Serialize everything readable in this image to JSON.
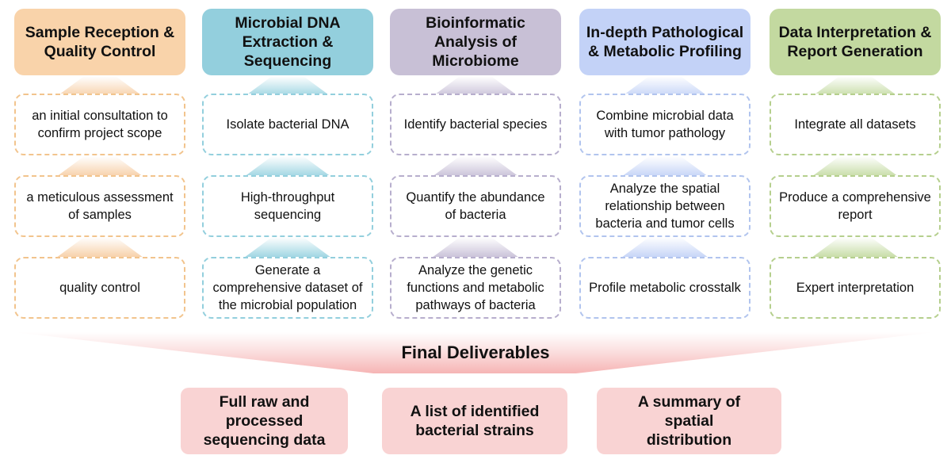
{
  "columns": [
    {
      "title": "Sample Reception & Quality Control",
      "color": "#f9d3aa",
      "border": "#f2c48d",
      "conn": "#f7d0a8",
      "steps": [
        "an initial consultation to confirm project scope",
        "a meticulous assessment of samples",
        "quality control"
      ]
    },
    {
      "title": "Microbial DNA Extraction & Sequencing",
      "color": "#93cfdd",
      "border": "#93cfdd",
      "conn": "#9ed5e2",
      "steps": [
        "Isolate bacterial DNA",
        "High-throughput sequencing",
        "Generate a comprehensive dataset of the microbial population"
      ]
    },
    {
      "title": "Bioinformatic Analysis of Microbiome",
      "color": "#c8c0d6",
      "border": "#b7aecd",
      "conn": "#c9c1d8",
      "steps": [
        "Identify bacterial species",
        "Quantify the abundance of bacteria",
        "Analyze the genetic functions and metabolic pathways of bacteria"
      ]
    },
    {
      "title": "In-depth Pathological & Metabolic Profiling",
      "color": "#c3d2f7",
      "border": "#b1c4ee",
      "conn": "#c5d4f7",
      "steps": [
        "Combine microbial data with tumor pathology",
        "Analyze the spatial relationship between bacteria and tumor cells",
        "Profile metabolic crosstalk"
      ]
    },
    {
      "title": "Data Interpretation & Report Generation",
      "color": "#c3d9a0",
      "border": "#b5cf8d",
      "conn": "#c6dca5",
      "steps": [
        "Integrate all datasets",
        "Produce a comprehensive report",
        "Expert interpretation"
      ]
    }
  ],
  "final": {
    "title": "Final Deliverables",
    "items": [
      "Full raw and processed sequencing data",
      "A list of identified bacterial strains",
      "A summary of spatial distribution"
    ]
  }
}
